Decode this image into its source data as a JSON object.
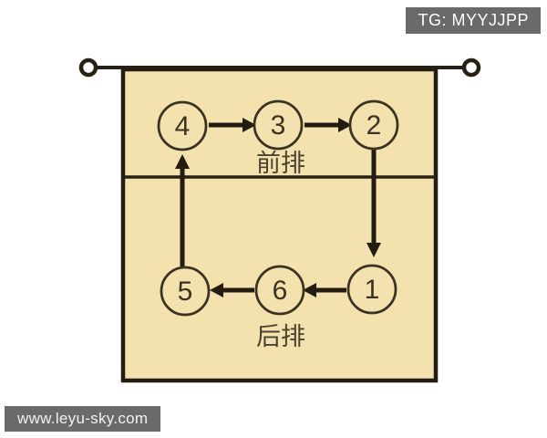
{
  "badge": {
    "label": "TG: MYYJJPP"
  },
  "watermark": {
    "label": "www.leyu-sky.com"
  },
  "diagram": {
    "description": "volleyball-rotation-court",
    "front_row_label": "前排",
    "back_row_label": "后排",
    "front_row": [
      "4",
      "3",
      "2"
    ],
    "back_row": [
      "5",
      "6",
      "1"
    ],
    "rotation_arrows": [
      {
        "from": "4",
        "to": "3",
        "direction": "right"
      },
      {
        "from": "3",
        "to": "2",
        "direction": "right"
      },
      {
        "from": "2",
        "to": "1",
        "direction": "down"
      },
      {
        "from": "1",
        "to": "6",
        "direction": "left"
      },
      {
        "from": "6",
        "to": "5",
        "direction": "left"
      },
      {
        "from": "5",
        "to": "4",
        "direction": "up"
      }
    ],
    "colors": {
      "court_fill": "#f3e2ae",
      "line": "#272015",
      "badge_bg": "#6a6a6a",
      "badge_text": "#ffffff",
      "background": "#ffffff"
    }
  }
}
